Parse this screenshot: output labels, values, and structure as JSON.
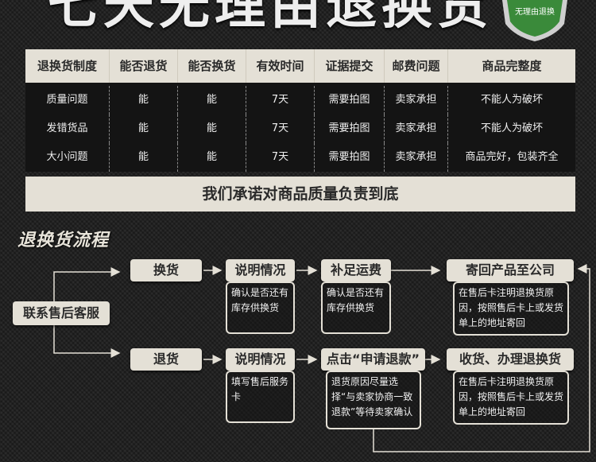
{
  "banner": {
    "title": "七天无理由退换货",
    "badge": "无理由退换"
  },
  "table": {
    "headers": [
      "退换货制度",
      "能否退货",
      "能否换货",
      "有效时间",
      "证据提交",
      "邮费问题",
      "商品完整度"
    ],
    "rows": [
      [
        "质量问题",
        "能",
        "能",
        "7天",
        "需要拍图",
        "卖家承担",
        "不能人为破坏"
      ],
      [
        "发错货品",
        "能",
        "能",
        "7天",
        "需要拍图",
        "卖家承担",
        "不能人为破坏"
      ],
      [
        "大小问题",
        "能",
        "能",
        "7天",
        "需要拍图",
        "卖家承担",
        "商品完好，包装齐全"
      ]
    ],
    "promise": "我们承诺对商品质量负责到底"
  },
  "flow": {
    "title": "退换货流程",
    "contact": "联系售后客服",
    "exchange": {
      "label": "换货",
      "step1": {
        "label": "说明情况",
        "desc": "确认是否还有库存供换货"
      },
      "step2": {
        "label": "补足运费",
        "desc": "确认是否还有库存供换货"
      },
      "step3": {
        "label": "寄回产品至公司",
        "desc": "在售后卡注明退换货原因，按照售后卡上或发货单上的地址寄回"
      }
    },
    "refund": {
      "label": "退货",
      "step1": {
        "label": "说明情况",
        "desc": "填写售后服务卡"
      },
      "step2": {
        "label": "点击“申请退款”",
        "desc": "退货原因尽量选择“与卖家协商一致退款”等待卖家确认"
      },
      "step3": {
        "label": "收货、办理退换货",
        "desc": "在售后卡注明退换货原因，按照售后卡上或发货单上的地址寄回"
      }
    }
  },
  "colors": {
    "panel": "#e4e0d6",
    "background": "#1c1c1c",
    "shield": "#3a8a3a"
  }
}
